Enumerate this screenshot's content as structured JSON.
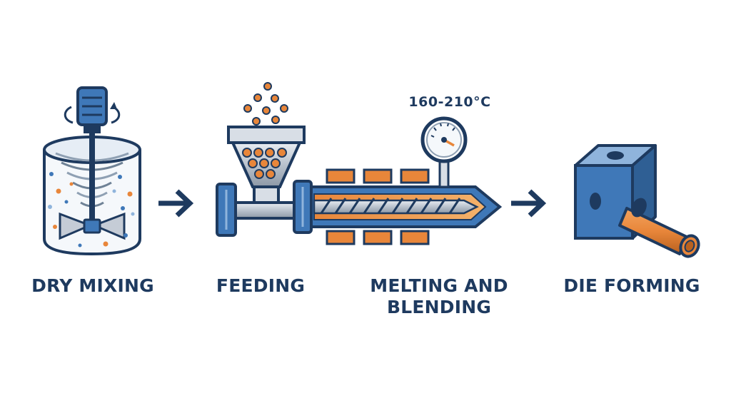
{
  "steps": [
    {
      "id": "dry-mixing",
      "label": "DRY MIXING"
    },
    {
      "id": "feeding",
      "label": "FEEDING"
    },
    {
      "id": "melting",
      "label_line1": "MELTING AND",
      "label_line2": "BLENDING"
    },
    {
      "id": "die-forming",
      "label": "DIE FORMING"
    }
  ],
  "temperature": "160-210°C",
  "icons": [
    "mixer-icon",
    "hopper-icon",
    "extruder-icon",
    "thermometer-gauge-icon",
    "die-block-icon",
    "arrow-right-icon"
  ],
  "colors": {
    "navy": "#1e3a5f",
    "blue": "#3f78b8",
    "light_blue": "#8fb4dc",
    "orange": "#e8863a",
    "gray": "#c5ccd6",
    "text": "#1e3a5f"
  }
}
